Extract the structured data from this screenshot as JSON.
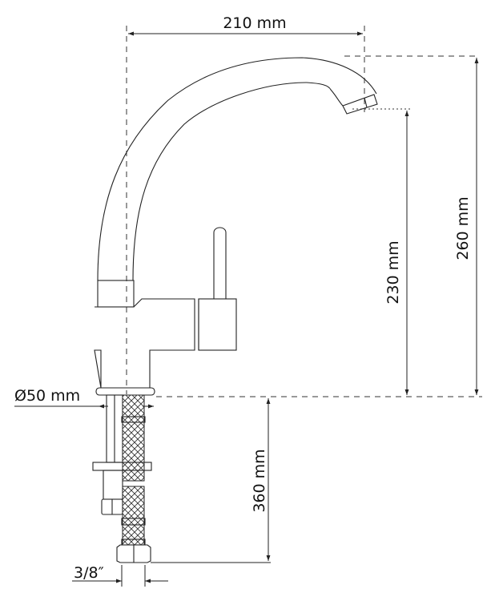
{
  "dimensions": {
    "spout_reach": "210 mm",
    "total_height": "260 mm",
    "spout_height": "230 mm",
    "base_diameter": "Ø50 mm",
    "hose_length": "360 mm",
    "connection": "3/8″"
  },
  "colors": {
    "line": "#222222",
    "background": "#ffffff"
  }
}
